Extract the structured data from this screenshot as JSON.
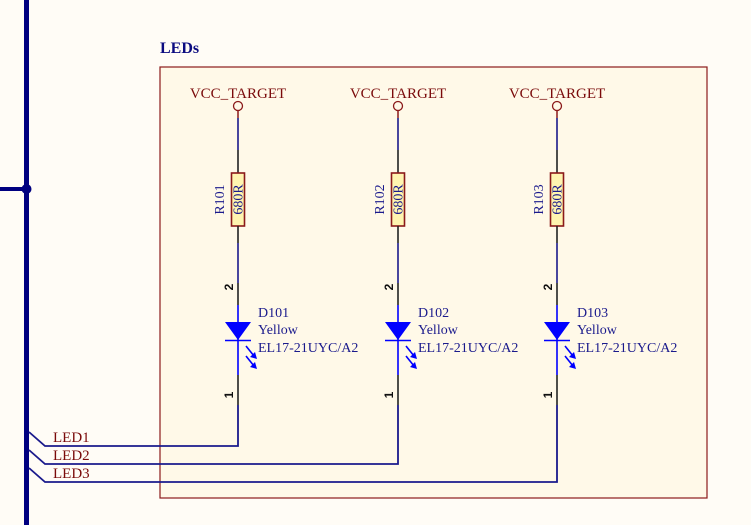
{
  "sheet": {
    "title": "LEDs",
    "colors": {
      "background": "#FFFCF6",
      "box_fill": "#FFF9E8",
      "box_border": "#8B1A1A",
      "wire": "#1A1A8C",
      "bus": "#000080",
      "led_body": "#0000FF",
      "resistor_fill": "#FFF5B0",
      "net_label": "#7A0A0A"
    }
  },
  "channels": [
    {
      "power_net": "VCC_TARGET",
      "resistor": {
        "designator": "R101",
        "value": "680R"
      },
      "led": {
        "designator": "D101",
        "color": "Yellow",
        "part": "EL17-21UYC/A2",
        "pin_top": "2",
        "pin_bottom": "1"
      },
      "net": "LED1"
    },
    {
      "power_net": "VCC_TARGET",
      "resistor": {
        "designator": "R102",
        "value": "680R"
      },
      "led": {
        "designator": "D102",
        "color": "Yellow",
        "part": "EL17-21UYC/A2",
        "pin_top": "2",
        "pin_bottom": "1"
      },
      "net": "LED2"
    },
    {
      "power_net": "VCC_TARGET",
      "resistor": {
        "designator": "R103",
        "value": "680R"
      },
      "led": {
        "designator": "D103",
        "color": "Yellow",
        "part": "EL17-21UYC/A2",
        "pin_top": "2",
        "pin_bottom": "1"
      },
      "net": "LED3"
    }
  ]
}
